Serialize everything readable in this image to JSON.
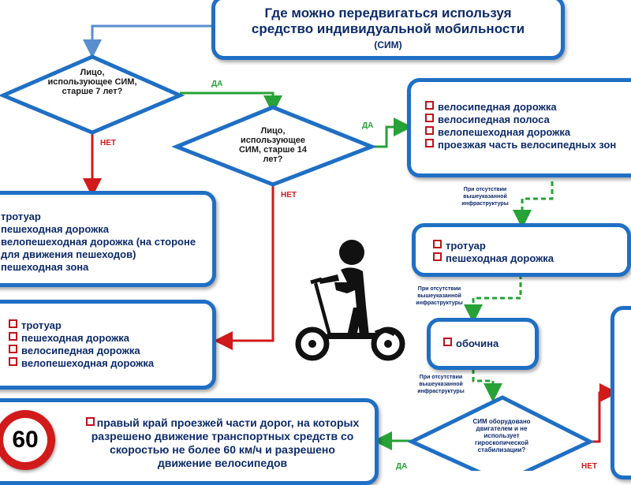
{
  "title": {
    "line1": "Где можно передвигаться используя",
    "line2": "средство индивидуальной мобильности",
    "line3": "(СИМ)"
  },
  "decisions": {
    "age7": "Лицо, использующее СИМ, старше 7 лет?",
    "age14": "Лицо, использующее СИМ, старше 14 лет?",
    "motor": "СИМ оборудовано двигателем и не использует гироскопической стабилизации?"
  },
  "edge_labels": {
    "yes": "ДА",
    "no": "НЕТ"
  },
  "boxes": {
    "bicycle": [
      "велосипедная дорожка",
      "велосипедная полоса",
      "велопешеходная дорожка",
      "проезжая часть велосипедных зон"
    ],
    "sidewalk_ped": [
      "тротуар",
      "пешеходная дорожка"
    ],
    "shoulder": [
      "обочина"
    ],
    "under7": [
      "тротуар",
      "пешеходная дорожка",
      "велопешеходная дорожка (на стороне для движения пешеходов)",
      "пешеходная зона"
    ],
    "age7to14": [
      "тротуар",
      "пешеходная дорожка",
      "велосипедная дорожка",
      "велопешеходная дорожка"
    ],
    "road60": [
      "правый край проезжей части дорог, на которых разрешено движение транспортных средств со скоростью не более 60 км/ч и разрешено движение велосипедов"
    ]
  },
  "notes": {
    "absent_infra": "При отсутствии вышеуказанной инфраструктуры"
  },
  "speed_sign": "60",
  "colors": {
    "box_border": "#1f6fc4",
    "yes": "#27a236",
    "no": "#d11a1a",
    "title": "#0d2a6b"
  }
}
